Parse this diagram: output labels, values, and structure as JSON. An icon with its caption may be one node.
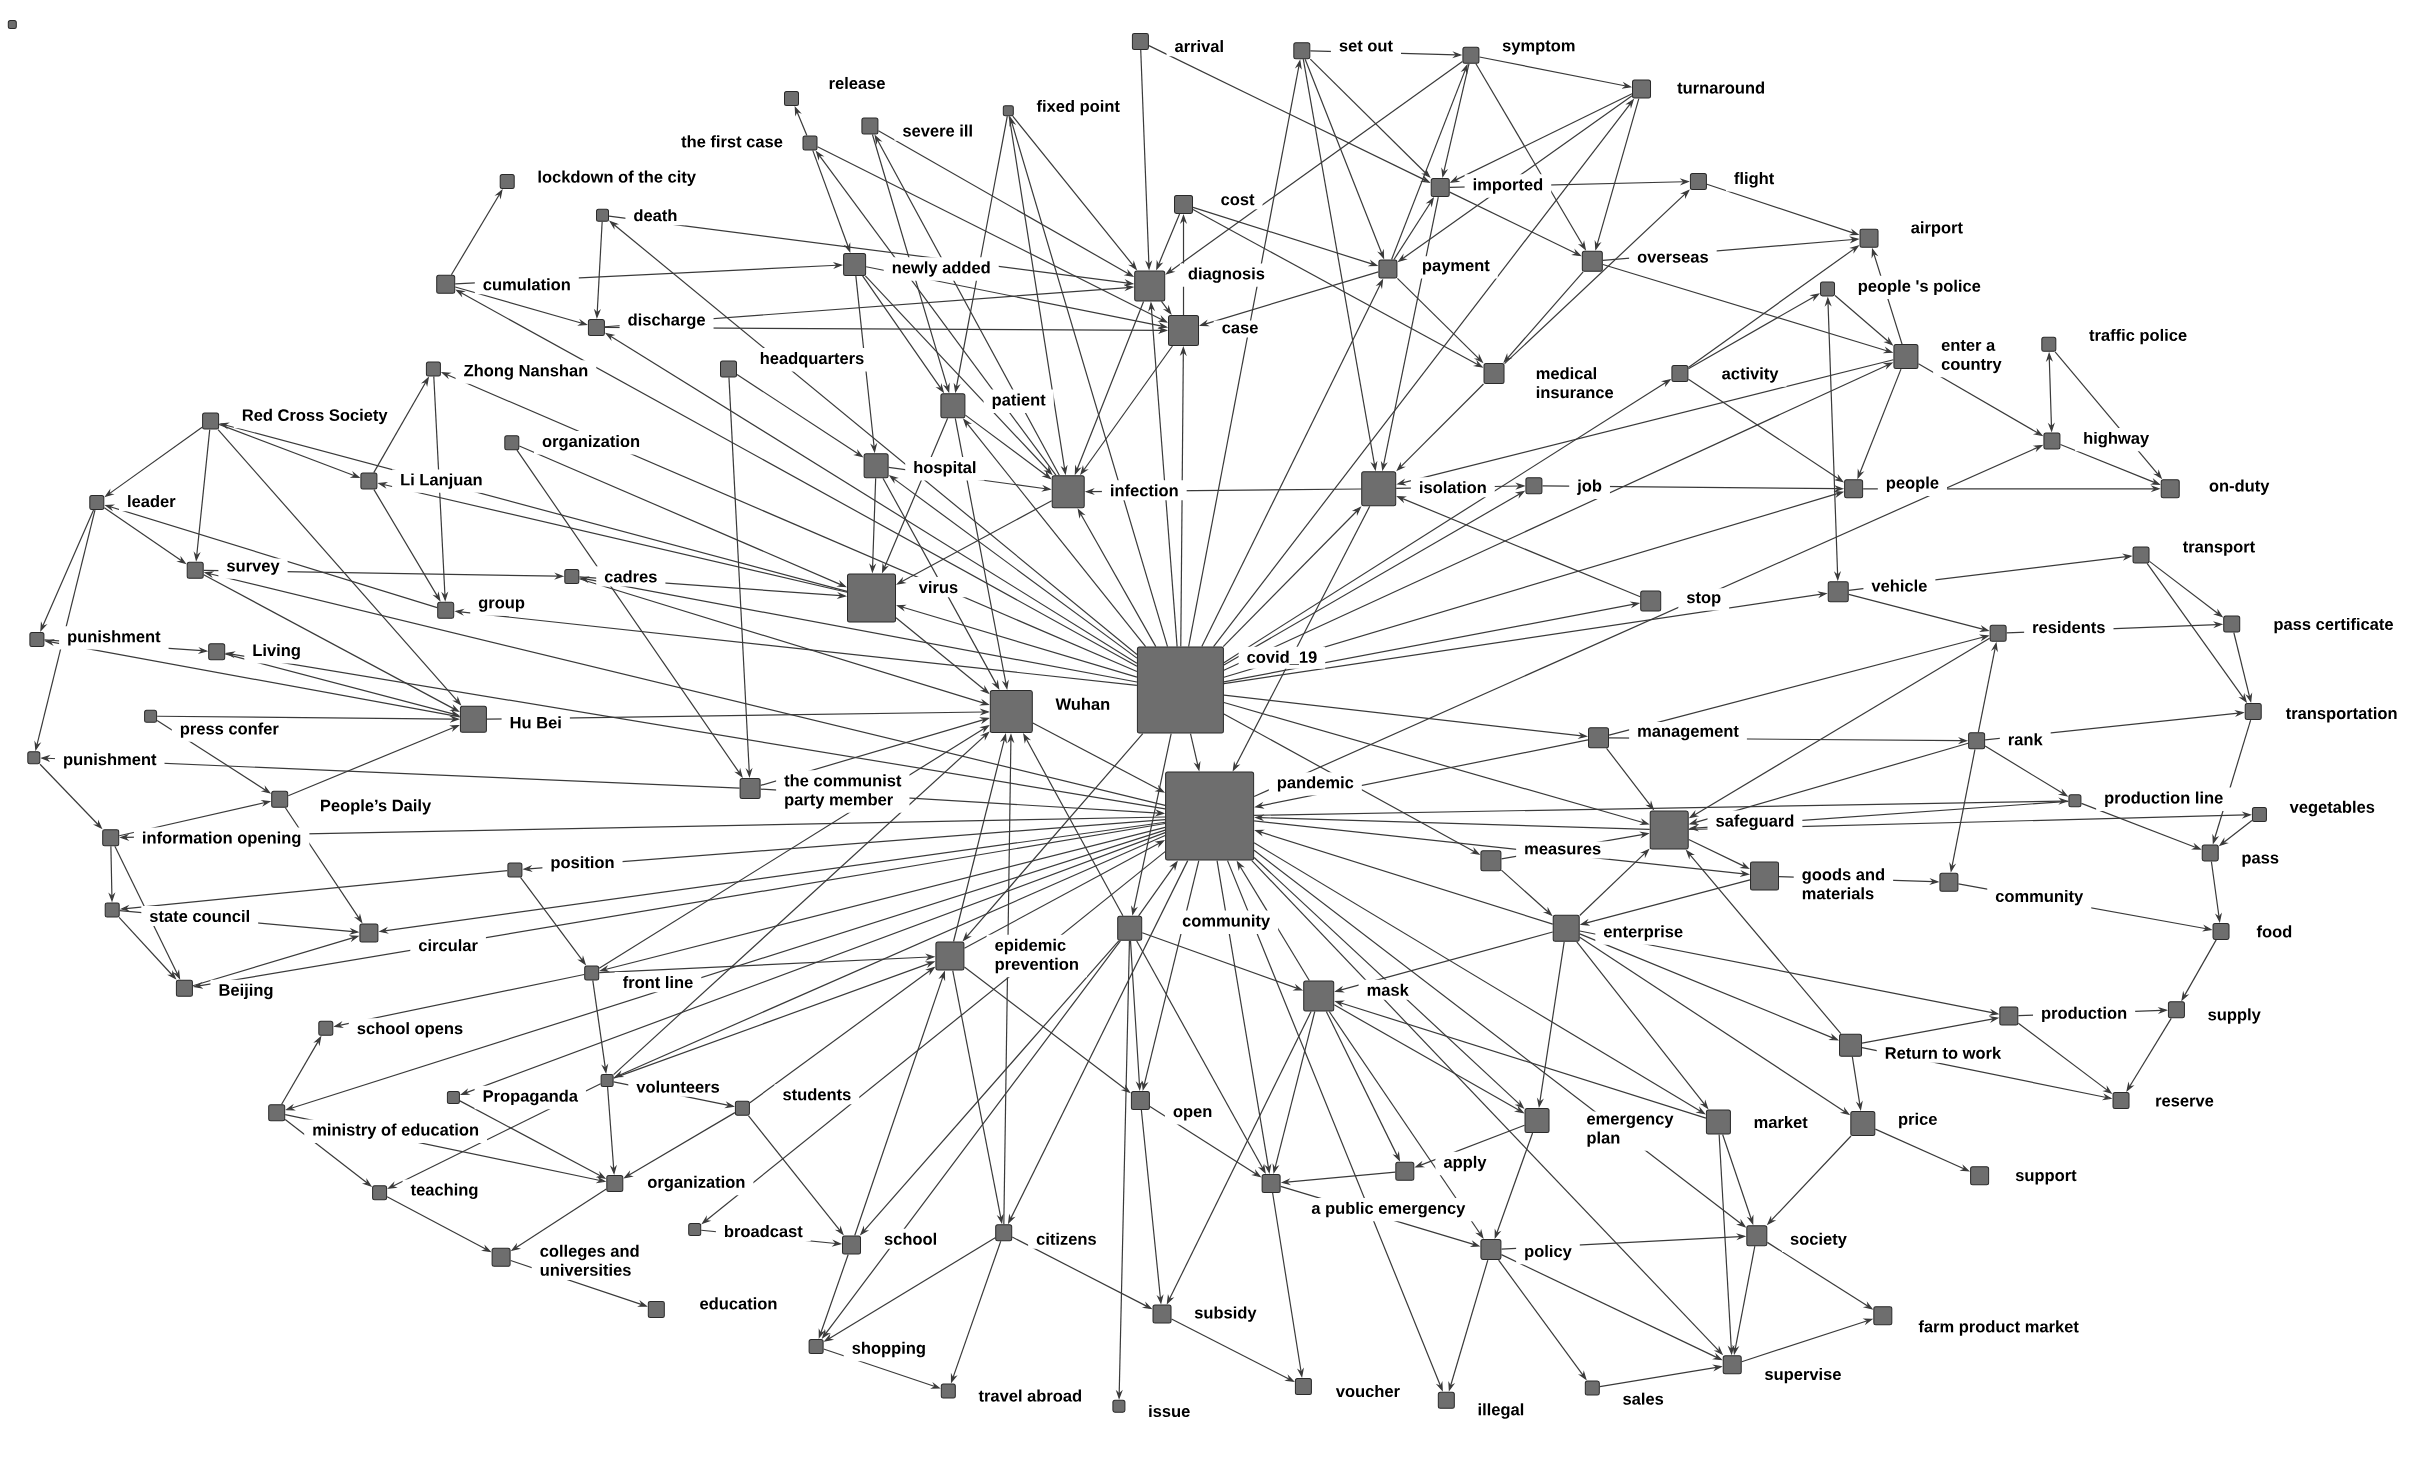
{
  "diagram": {
    "nodes": [
      {
        "text": [],
        "shape": "box"
      },
      {
        "text": [],
        "shape": "box",
        "beside": [
          "arrival"
        ]
      },
      {
        "text": [],
        "shape": "box",
        "beside": [
          "set out"
        ]
      },
      {
        "text": [],
        "shape": "box",
        "beside": [
          "symptom"
        ]
      },
      {
        "text": [],
        "shape": "box",
        "beside": [
          "release"
        ]
      },
      {
        "text": [],
        "shape": "box",
        "beside": [
          "turnaround"
        ]
      },
      {
        "text": [],
        "shape": "box",
        "beside": [
          "fixed point"
        ]
      },
      {
        "text": [],
        "shape": "box",
        "beside": [
          "severe ill"
        ]
      },
      {
        "text": [],
        "shape": "box",
        "beside": [
          "the first case"
        ]
      },
      {
        "text": [],
        "shape": "box",
        "beside": [
          "lockdown of the city"
        ]
      },
      {
        "text": [],
        "shape": "box",
        "beside": [
          "imported"
        ]
      },
      {
        "text": [],
        "shape": "box",
        "beside": [
          "flight"
        ]
      },
      {
        "text": [],
        "shape": "box",
        "beside": [
          "death"
        ]
      },
      {
        "text": [],
        "shape": "box",
        "beside": [
          "cost"
        ]
      },
      {
        "text": [],
        "shape": "box",
        "beside": [
          "airport"
        ]
      },
      {
        "text": [],
        "shape": "box",
        "beside": [
          "cumulation"
        ]
      },
      {
        "text": [],
        "shape": "box",
        "beside": [
          "newly added"
        ]
      },
      {
        "text": [],
        "shape": "box",
        "beside": [
          "diagnosis"
        ]
      },
      {
        "text": [],
        "shape": "box",
        "beside": [
          "payment"
        ]
      },
      {
        "text": [],
        "shape": "box",
        "beside": [
          "overseas"
        ]
      },
      {
        "text": [],
        "shape": "box",
        "beside": [
          "people 's police"
        ]
      },
      {
        "text": [],
        "shape": "box",
        "beside": [
          "discharge"
        ]
      },
      {
        "text": [],
        "shape": "box",
        "beside": [
          "case"
        ]
      },
      {
        "text": [],
        "shape": "box",
        "beside": [
          "enter a country"
        ]
      },
      {
        "text": [],
        "shape": "box",
        "beside": [
          "traffic police"
        ]
      },
      {
        "text": [],
        "shape": "box",
        "beside": [
          "Zhong Nanshan"
        ]
      },
      {
        "text": [],
        "shape": "box",
        "beside": [
          "headquarters"
        ]
      },
      {
        "text": [],
        "shape": "box",
        "beside": [
          "medical insurance"
        ]
      },
      {
        "text": [],
        "shape": "box",
        "beside": [
          "activity"
        ]
      },
      {
        "text": [],
        "shape": "box",
        "beside": [
          "patient"
        ]
      },
      {
        "text": [],
        "shape": "box",
        "beside": [
          "Red Cross Society"
        ]
      },
      {
        "text": [],
        "shape": "box",
        "beside": [
          "highway"
        ]
      },
      {
        "text": [],
        "shape": "box",
        "beside": [
          "organization"
        ]
      },
      {
        "text": [],
        "shape": "box",
        "beside": [
          "Li Lanjuan"
        ]
      },
      {
        "text": [],
        "shape": "box",
        "beside": [
          "hospital"
        ]
      },
      {
        "text": [],
        "shape": "box",
        "beside": [
          "infection"
        ]
      },
      {
        "text": [],
        "shape": "box",
        "beside": [
          "isolation"
        ]
      },
      {
        "text": [],
        "shape": "box",
        "beside": [
          "job"
        ]
      },
      {
        "text": [],
        "shape": "box",
        "beside": [
          "people"
        ]
      },
      {
        "text": [],
        "shape": "box",
        "beside": [
          "on-duty"
        ]
      },
      {
        "text": [],
        "shape": "box",
        "beside": [
          "leader"
        ]
      },
      {
        "text": [],
        "shape": "box",
        "beside": [
          "transport"
        ]
      },
      {
        "text": [],
        "shape": "box",
        "beside": [
          "survey"
        ]
      },
      {
        "text": [],
        "shape": "box",
        "beside": [
          "cadres"
        ]
      },
      {
        "text": [],
        "shape": "box",
        "beside": [
          "virus"
        ]
      },
      {
        "text": [],
        "shape": "box",
        "beside": [
          "group"
        ]
      },
      {
        "text": [],
        "shape": "box",
        "beside": [
          "stop"
        ]
      },
      {
        "text": [],
        "shape": "box",
        "beside": [
          "vehicle"
        ]
      },
      {
        "text": [],
        "shape": "box",
        "beside": [
          "residents"
        ]
      },
      {
        "text": [],
        "shape": "box",
        "beside": [
          "pass certificate"
        ]
      },
      {
        "text": [],
        "shape": "box",
        "beside": [
          "punishment"
        ]
      },
      {
        "text": [],
        "shape": "box",
        "beside": [
          "Living"
        ]
      },
      {
        "text": [],
        "shape": "box",
        "beside": [
          "covid_19"
        ]
      },
      {
        "text": [],
        "shape": "box",
        "beside": [
          "Wuhan"
        ]
      },
      {
        "text": [],
        "shape": "box",
        "beside": [
          "Hu Bei"
        ]
      },
      {
        "text": [],
        "shape": "box",
        "beside": [
          "transportation"
        ]
      },
      {
        "text": [],
        "shape": "box",
        "beside": [
          "press confer"
        ]
      },
      {
        "text": [],
        "shape": "box",
        "beside": [
          "management"
        ]
      },
      {
        "text": [],
        "shape": "box",
        "beside": [
          "rank"
        ]
      },
      {
        "text": [],
        "shape": "box",
        "beside": [
          "punishment"
        ]
      },
      {
        "text": [],
        "shape": "box",
        "beside": [
          "pandemic"
        ]
      },
      {
        "text": [],
        "shape": "box",
        "beside": [
          "the communist party member"
        ]
      },
      {
        "text": [],
        "shape": "box",
        "beside": [
          "People’s Daily"
        ]
      },
      {
        "text": [],
        "shape": "box",
        "beside": [
          "safeguard"
        ]
      },
      {
        "text": [],
        "shape": "box",
        "beside": [
          "production line"
        ]
      },
      {
        "text": [],
        "shape": "box",
        "beside": [
          "vegetables"
        ]
      },
      {
        "text": [],
        "shape": "box",
        "beside": [
          "information opening"
        ]
      },
      {
        "text": [],
        "shape": "box",
        "beside": [
          "measures"
        ]
      },
      {
        "text": [],
        "shape": "box",
        "beside": [
          "goods and materials"
        ]
      },
      {
        "text": [],
        "shape": "box",
        "beside": [
          "community"
        ]
      },
      {
        "text": [],
        "shape": "box",
        "beside": [
          "pass"
        ]
      },
      {
        "text": [],
        "shape": "box",
        "beside": [
          "position"
        ]
      },
      {
        "text": [],
        "shape": "box",
        "beside": [
          "state council"
        ]
      },
      {
        "text": [],
        "shape": "box",
        "beside": [
          "circular"
        ]
      },
      {
        "text": [],
        "shape": "box",
        "beside": [
          "community"
        ]
      },
      {
        "text": [],
        "shape": "box",
        "beside": [
          "epidemic prevention"
        ]
      },
      {
        "text": [],
        "shape": "box",
        "beside": [
          "enterprise"
        ]
      },
      {
        "text": [],
        "shape": "box",
        "beside": [
          "food"
        ]
      },
      {
        "text": [],
        "shape": "box",
        "beside": [
          "Beijing"
        ]
      },
      {
        "text": [],
        "shape": "box",
        "beside": [
          "front line"
        ]
      },
      {
        "text": [],
        "shape": "box",
        "beside": [
          "mask"
        ]
      },
      {
        "text": [],
        "shape": "box",
        "beside": [
          "production"
        ]
      },
      {
        "text": [],
        "shape": "box",
        "beside": [
          "supply"
        ]
      },
      {
        "text": [],
        "shape": "box",
        "beside": [
          "school opens"
        ]
      },
      {
        "text": [],
        "shape": "box",
        "beside": [
          "Return to work"
        ]
      },
      {
        "text": [],
        "shape": "box",
        "beside": [
          "volunteers"
        ]
      },
      {
        "text": [],
        "shape": "box",
        "beside": [
          "students"
        ]
      },
      {
        "text": [],
        "shape": "box",
        "beside": [
          "Propaganda"
        ]
      },
      {
        "text": [],
        "shape": "box",
        "beside": [
          "ministry of education"
        ]
      },
      {
        "text": [],
        "shape": "box",
        "beside": [
          "reserve"
        ]
      },
      {
        "text": [],
        "shape": "box",
        "beside": [
          "open"
        ]
      },
      {
        "text": [],
        "shape": "box",
        "beside": [
          "emergency plan"
        ]
      },
      {
        "text": [],
        "shape": "box",
        "beside": [
          "market"
        ]
      },
      {
        "text": [],
        "shape": "box",
        "beside": [
          "price"
        ]
      },
      {
        "text": [],
        "shape": "box",
        "beside": [
          "apply"
        ]
      },
      {
        "text": [],
        "shape": "box",
        "beside": [
          "support"
        ]
      },
      {
        "text": [],
        "shape": "box",
        "beside": [
          "teaching"
        ]
      },
      {
        "text": [],
        "shape": "box",
        "beside": [
          "organization"
        ]
      },
      {
        "text": [],
        "shape": "box",
        "beside": [
          "a public emergency"
        ]
      },
      {
        "text": [],
        "shape": "box",
        "beside": [
          "broadcast"
        ]
      },
      {
        "text": [],
        "shape": "box",
        "beside": [
          "school"
        ]
      },
      {
        "text": [],
        "shape": "box",
        "beside": [
          "citizens"
        ]
      },
      {
        "text": [],
        "shape": "box",
        "beside": [
          "policy"
        ]
      },
      {
        "text": [],
        "shape": "box",
        "beside": [
          "society"
        ]
      },
      {
        "text": [],
        "shape": "box",
        "beside": [
          "colleges and universities"
        ]
      },
      {
        "text": [],
        "shape": "box",
        "beside": [
          "education"
        ]
      },
      {
        "text": [],
        "shape": "box",
        "beside": [
          "subsidy"
        ]
      },
      {
        "text": [],
        "shape": "box",
        "beside": [
          "farm product market"
        ]
      },
      {
        "text": [],
        "shape": "box",
        "beside": [
          "shopping"
        ]
      },
      {
        "text": [],
        "shape": "box",
        "beside": [
          "supervise"
        ]
      },
      {
        "text": [],
        "shape": "box",
        "beside": [
          "travel abroad"
        ]
      },
      {
        "text": [],
        "shape": "box",
        "beside": [
          "issue"
        ]
      },
      {
        "text": [],
        "shape": "box",
        "beside": [
          "voucher"
        ]
      },
      {
        "text": [],
        "shape": "box",
        "beside": [
          "illegal"
        ]
      },
      {
        "text": [],
        "shape": "box",
        "beside": [
          "sales"
        ]
      }
    ],
    "edges": [
      {
        "from": 52,
        "to": 2,
        "arrow": "to"
      },
      {
        "from": 18,
        "to": 3,
        "arrow": "to"
      },
      {
        "from": 52,
        "to": 5,
        "arrow": "to"
      },
      {
        "from": 52,
        "to": 6,
        "arrow": "to"
      },
      {
        "from": 35,
        "to": 7,
        "arrow": "to"
      },
      {
        "from": 35,
        "to": 8,
        "arrow": "to"
      },
      {
        "from": 18,
        "to": 10,
        "arrow": "to"
      },
      {
        "from": 27,
        "to": 11,
        "arrow": "to"
      },
      {
        "from": 52,
        "to": 12,
        "arrow": "to"
      },
      {
        "from": 22,
        "to": 13,
        "arrow": "to"
      },
      {
        "from": 28,
        "to": 14,
        "arrow": "to"
      },
      {
        "from": 52,
        "to": 15,
        "arrow": "to"
      },
      {
        "from": 52,
        "to": 17,
        "arrow": "to"
      },
      {
        "from": 52,
        "to": 18,
        "arrow": "to"
      },
      {
        "from": 28,
        "to": 20,
        "arrow": "to"
      },
      {
        "from": 52,
        "to": 21,
        "arrow": "to"
      },
      {
        "from": 52,
        "to": 22,
        "arrow": "to"
      },
      {
        "from": 52,
        "to": 23,
        "arrow": "to"
      },
      {
        "from": 52,
        "to": 25,
        "arrow": "to"
      },
      {
        "from": 52,
        "to": 28,
        "arrow": "to"
      },
      {
        "from": 52,
        "to": 29,
        "arrow": "to"
      },
      {
        "from": 44,
        "to": 30,
        "arrow": "to"
      },
      {
        "from": 44,
        "to": 33,
        "arrow": "to"
      },
      {
        "from": 52,
        "to": 34,
        "arrow": "to"
      },
      {
        "from": 52,
        "to": 35,
        "arrow": "to"
      },
      {
        "from": 52,
        "to": 36,
        "arrow": "to"
      },
      {
        "from": 52,
        "to": 37,
        "arrow": "to"
      },
      {
        "from": 52,
        "to": 38,
        "arrow": "to"
      },
      {
        "from": 52,
        "to": 43,
        "arrow": "to"
      },
      {
        "from": 52,
        "to": 44,
        "arrow": "to"
      },
      {
        "from": 52,
        "to": 45,
        "arrow": "to"
      },
      {
        "from": 52,
        "to": 46,
        "arrow": "to"
      },
      {
        "from": 52,
        "to": 47,
        "arrow": "to"
      },
      {
        "from": 52,
        "to": 57,
        "arrow": "to"
      },
      {
        "from": 52,
        "to": 63,
        "arrow": "to"
      },
      {
        "from": 52,
        "to": 67,
        "arrow": "to"
      },
      {
        "from": 52,
        "to": 74,
        "arrow": "to"
      },
      {
        "from": 52,
        "to": 75,
        "arrow": "to"
      },
      {
        "from": 52,
        "to": 60,
        "arrow": "to"
      },
      {
        "from": 60,
        "to": 31,
        "arrow": "to"
      },
      {
        "from": 36,
        "to": 60,
        "arrow": "to"
      },
      {
        "from": 45,
        "to": 40,
        "arrow": "to"
      },
      {
        "from": 60,
        "to": 42,
        "arrow": "to"
      },
      {
        "from": 54,
        "to": 50,
        "arrow": "to"
      },
      {
        "from": 60,
        "to": 51,
        "arrow": "to"
      },
      {
        "from": 53,
        "to": 60,
        "arrow": "to"
      },
      {
        "from": 58,
        "to": 55,
        "arrow": "to"
      },
      {
        "from": 57,
        "to": 60,
        "arrow": "to"
      },
      {
        "from": 61,
        "to": 59,
        "arrow": "to"
      },
      {
        "from": 61,
        "to": 60,
        "arrow": "to"
      },
      {
        "from": 63,
        "to": 60,
        "arrow": "to"
      },
      {
        "from": 60,
        "to": 64,
        "arrow": "to"
      },
      {
        "from": 63,
        "to": 65,
        "arrow": "to"
      },
      {
        "from": 60,
        "to": 66,
        "arrow": "to"
      },
      {
        "from": 60,
        "to": 68,
        "arrow": "to"
      },
      {
        "from": 60,
        "to": 71,
        "arrow": "to"
      },
      {
        "from": 71,
        "to": 72,
        "arrow": "to"
      },
      {
        "from": 60,
        "to": 73,
        "arrow": "to"
      },
      {
        "from": 74,
        "to": 60,
        "arrow": "to"
      },
      {
        "from": 75,
        "to": 60,
        "arrow": "to"
      },
      {
        "from": 76,
        "to": 60,
        "arrow": "to"
      },
      {
        "from": 60,
        "to": 78,
        "arrow": "to"
      },
      {
        "from": 60,
        "to": 79,
        "arrow": "to"
      },
      {
        "from": 80,
        "to": 60,
        "arrow": "to"
      },
      {
        "from": 79,
        "to": 83,
        "arrow": "to"
      },
      {
        "from": 60,
        "to": 85,
        "arrow": "to"
      },
      {
        "from": 60,
        "to": 87,
        "arrow": "to"
      },
      {
        "from": 60,
        "to": 88,
        "arrow": "to"
      },
      {
        "from": 60,
        "to": 90,
        "arrow": "to"
      },
      {
        "from": 60,
        "to": 91,
        "arrow": "to"
      },
      {
        "from": 60,
        "to": 92,
        "arrow": "to"
      },
      {
        "from": 85,
        "to": 96,
        "arrow": "to"
      },
      {
        "from": 86,
        "to": 97,
        "arrow": "to"
      },
      {
        "from": 60,
        "to": 98,
        "arrow": "to"
      },
      {
        "from": 60,
        "to": 99,
        "arrow": "to"
      },
      {
        "from": 74,
        "to": 100,
        "arrow": "to"
      },
      {
        "from": 60,
        "to": 101,
        "arrow": "to"
      },
      {
        "from": 60,
        "to": 103,
        "arrow": "to"
      },
      {
        "from": 97,
        "to": 104,
        "arrow": "to"
      },
      {
        "from": 74,
        "to": 108,
        "arrow": "to"
      },
      {
        "from": 60,
        "to": 109,
        "arrow": "to"
      },
      {
        "from": 60,
        "to": 113,
        "arrow": "to"
      },
      {
        "from": 54,
        "to": 53,
        "arrow": "to"
      },
      {
        "from": 43,
        "to": 53,
        "arrow": "to"
      },
      {
        "from": 61,
        "to": 53,
        "arrow": "to"
      },
      {
        "from": 79,
        "to": 53,
        "arrow": "to"
      },
      {
        "from": 85,
        "to": 53,
        "arrow": "to"
      },
      {
        "from": 75,
        "to": 53,
        "arrow": "to"
      },
      {
        "from": 74,
        "to": 53,
        "arrow": "to"
      },
      {
        "from": 101,
        "to": 53,
        "arrow": "to"
      },
      {
        "from": 34,
        "to": 53,
        "arrow": "to"
      },
      {
        "from": 29,
        "to": 53,
        "arrow": "to"
      },
      {
        "from": 44,
        "to": 53,
        "arrow": "to"
      },
      {
        "from": 34,
        "to": 44,
        "arrow": "to"
      },
      {
        "from": 29,
        "to": 44,
        "arrow": "to"
      },
      {
        "from": 16,
        "to": 34,
        "arrow": "to"
      },
      {
        "from": 32,
        "to": 44,
        "arrow": "to"
      },
      {
        "from": 43,
        "to": 44,
        "arrow": "to"
      },
      {
        "from": 42,
        "to": 43,
        "arrow": "to"
      },
      {
        "from": 35,
        "to": 44,
        "arrow": "to"
      },
      {
        "from": 17,
        "to": 35,
        "arrow": "to"
      },
      {
        "from": 22,
        "to": 35,
        "arrow": "to"
      },
      {
        "from": 29,
        "to": 35,
        "arrow": "to"
      },
      {
        "from": 36,
        "to": 35,
        "arrow": "to"
      },
      {
        "from": 6,
        "to": 35,
        "arrow": "to"
      },
      {
        "from": 16,
        "to": 35,
        "arrow": "to"
      },
      {
        "from": 34,
        "to": 35,
        "arrow": "to"
      },
      {
        "from": 36,
        "to": 37,
        "arrow": "to"
      },
      {
        "from": 27,
        "to": 36,
        "arrow": "to"
      },
      {
        "from": 19,
        "to": 27,
        "arrow": "to"
      },
      {
        "from": 10,
        "to": 36,
        "arrow": "to"
      },
      {
        "from": 23,
        "to": 36,
        "arrow": "to"
      },
      {
        "from": 46,
        "to": 36,
        "arrow": "to"
      },
      {
        "from": 2,
        "to": 36,
        "arrow": "to"
      },
      {
        "from": 1,
        "to": 17,
        "arrow": "to"
      },
      {
        "from": 3,
        "to": 17,
        "arrow": "to"
      },
      {
        "from": 12,
        "to": 17,
        "arrow": "to"
      },
      {
        "from": 21,
        "to": 17,
        "arrow": "to"
      },
      {
        "from": 13,
        "to": 17,
        "arrow": "to"
      },
      {
        "from": 7,
        "to": 17,
        "arrow": "to"
      },
      {
        "from": 6,
        "to": 17,
        "arrow": "to"
      },
      {
        "from": 21,
        "to": 22,
        "arrow": "to"
      },
      {
        "from": 8,
        "to": 22,
        "arrow": "to"
      },
      {
        "from": 16,
        "to": 22,
        "arrow": "to"
      },
      {
        "from": 18,
        "to": 22,
        "arrow": "to"
      },
      {
        "from": 17,
        "to": 22,
        "arrow": "to"
      },
      {
        "from": 57,
        "to": 63,
        "arrow": "to"
      },
      {
        "from": 58,
        "to": 63,
        "arrow": "to"
      },
      {
        "from": 48,
        "to": 63,
        "arrow": "to"
      },
      {
        "from": 64,
        "to": 63,
        "arrow": "to"
      },
      {
        "from": 76,
        "to": 63,
        "arrow": "to"
      },
      {
        "from": 84,
        "to": 63,
        "arrow": "to"
      },
      {
        "from": 67,
        "to": 63,
        "arrow": "to"
      },
      {
        "from": 63,
        "to": 68,
        "arrow": "to"
      },
      {
        "from": 80,
        "to": 94,
        "arrow": "to"
      },
      {
        "from": 80,
        "to": 98,
        "arrow": "to"
      },
      {
        "from": 80,
        "to": 91,
        "arrow": "to"
      },
      {
        "from": 92,
        "to": 80,
        "arrow": "to"
      },
      {
        "from": 80,
        "to": 102,
        "arrow": "to"
      },
      {
        "from": 80,
        "to": 106,
        "arrow": "to"
      },
      {
        "from": 76,
        "to": 80,
        "arrow": "to"
      },
      {
        "from": 74,
        "to": 80,
        "arrow": "to"
      },
      {
        "from": 76,
        "to": 81,
        "arrow": "to"
      },
      {
        "from": 76,
        "to": 84,
        "arrow": "to"
      },
      {
        "from": 76,
        "to": 92,
        "arrow": "to"
      },
      {
        "from": 76,
        "to": 93,
        "arrow": "to"
      },
      {
        "from": 76,
        "to": 91,
        "arrow": "to"
      },
      {
        "from": 68,
        "to": 76,
        "arrow": "to"
      },
      {
        "from": 67,
        "to": 76,
        "arrow": "to"
      },
      {
        "from": 79,
        "to": 75,
        "arrow": "to"
      },
      {
        "from": 85,
        "to": 75,
        "arrow": "to"
      },
      {
        "from": 86,
        "to": 75,
        "arrow": "to"
      },
      {
        "from": 75,
        "to": 101,
        "arrow": "to"
      },
      {
        "from": 75,
        "to": 90,
        "arrow": "to"
      },
      {
        "from": 100,
        "to": 108,
        "arrow": "to"
      },
      {
        "from": 100,
        "to": 75,
        "arrow": "to"
      },
      {
        "from": 74,
        "to": 90,
        "arrow": "to"
      },
      {
        "from": 74,
        "to": 111,
        "arrow": "to"
      },
      {
        "from": 74,
        "to": 98,
        "arrow": "to"
      },
      {
        "from": 90,
        "to": 106,
        "arrow": "to"
      },
      {
        "from": 15,
        "to": 9,
        "arrow": "to"
      },
      {
        "from": 15,
        "to": 21,
        "arrow": "to"
      },
      {
        "from": 12,
        "to": 21,
        "arrow": "to"
      },
      {
        "from": 15,
        "to": 16,
        "arrow": "to"
      },
      {
        "from": 8,
        "to": 4,
        "arrow": "to"
      },
      {
        "from": 8,
        "to": 16,
        "arrow": "to"
      },
      {
        "from": 7,
        "to": 29,
        "arrow": "to"
      },
      {
        "from": 6,
        "to": 29,
        "arrow": "to"
      },
      {
        "from": 16,
        "to": 29,
        "arrow": "to"
      },
      {
        "from": 26,
        "to": 61,
        "arrow": "to"
      },
      {
        "from": 26,
        "to": 34,
        "arrow": "to"
      },
      {
        "from": 13,
        "to": 27,
        "arrow": "to"
      },
      {
        "from": 13,
        "to": 18,
        "arrow": "to"
      },
      {
        "from": 1,
        "to": 10,
        "arrow": "to"
      },
      {
        "from": 2,
        "to": 10,
        "arrow": "to"
      },
      {
        "from": 2,
        "to": 3,
        "arrow": "to"
      },
      {
        "from": 2,
        "to": 18,
        "arrow": "to"
      },
      {
        "from": 3,
        "to": 5,
        "arrow": "to"
      },
      {
        "from": 3,
        "to": 10,
        "arrow": "to"
      },
      {
        "from": 3,
        "to": 19,
        "arrow": "to"
      },
      {
        "from": 5,
        "to": 19,
        "arrow": "to"
      },
      {
        "from": 5,
        "to": 10,
        "arrow": "to"
      },
      {
        "from": 5,
        "to": 18,
        "arrow": "to"
      },
      {
        "from": 10,
        "to": 11,
        "arrow": "to"
      },
      {
        "from": 10,
        "to": 19,
        "arrow": "to"
      },
      {
        "from": 11,
        "to": 14,
        "arrow": "to"
      },
      {
        "from": 19,
        "to": 14,
        "arrow": "to"
      },
      {
        "from": 19,
        "to": 23,
        "arrow": "to"
      },
      {
        "from": 18,
        "to": 27,
        "arrow": "to"
      },
      {
        "from": 20,
        "to": 47,
        "arrow": "both"
      },
      {
        "from": 23,
        "to": 14,
        "arrow": "to"
      },
      {
        "from": 20,
        "to": 23,
        "arrow": "to"
      },
      {
        "from": 23,
        "to": 31,
        "arrow": "to"
      },
      {
        "from": 23,
        "to": 38,
        "arrow": "to"
      },
      {
        "from": 24,
        "to": 31,
        "arrow": "both"
      },
      {
        "from": 31,
        "to": 39,
        "arrow": "to"
      },
      {
        "from": 38,
        "to": 39,
        "arrow": "to"
      },
      {
        "from": 24,
        "to": 39,
        "arrow": "to"
      },
      {
        "from": 28,
        "to": 38,
        "arrow": "to"
      },
      {
        "from": 37,
        "to": 38,
        "arrow": "to"
      },
      {
        "from": 41,
        "to": 49,
        "arrow": "to"
      },
      {
        "from": 41,
        "to": 55,
        "arrow": "to"
      },
      {
        "from": 49,
        "to": 55,
        "arrow": "to"
      },
      {
        "from": 48,
        "to": 49,
        "arrow": "to"
      },
      {
        "from": 47,
        "to": 48,
        "arrow": "to"
      },
      {
        "from": 47,
        "to": 41,
        "arrow": "to"
      },
      {
        "from": 58,
        "to": 48,
        "arrow": "to"
      },
      {
        "from": 57,
        "to": 48,
        "arrow": "to"
      },
      {
        "from": 57,
        "to": 58,
        "arrow": "to"
      },
      {
        "from": 64,
        "to": 70,
        "arrow": "to"
      },
      {
        "from": 65,
        "to": 70,
        "arrow": "to"
      },
      {
        "from": 70,
        "to": 77,
        "arrow": "to"
      },
      {
        "from": 77,
        "to": 82,
        "arrow": "to"
      },
      {
        "from": 82,
        "to": 89,
        "arrow": "to"
      },
      {
        "from": 81,
        "to": 82,
        "arrow": "to"
      },
      {
        "from": 84,
        "to": 81,
        "arrow": "to"
      },
      {
        "from": 93,
        "to": 95,
        "arrow": "to"
      },
      {
        "from": 84,
        "to": 89,
        "arrow": "to"
      },
      {
        "from": 68,
        "to": 69,
        "arrow": "to"
      },
      {
        "from": 69,
        "to": 77,
        "arrow": "to"
      },
      {
        "from": 55,
        "to": 70,
        "arrow": "to"
      },
      {
        "from": 58,
        "to": 69,
        "arrow": "to"
      },
      {
        "from": 58,
        "to": 64,
        "arrow": "to"
      },
      {
        "from": 84,
        "to": 93,
        "arrow": "to"
      },
      {
        "from": 81,
        "to": 89,
        "arrow": "to"
      },
      {
        "from": 103,
        "to": 107,
        "arrow": "to"
      },
      {
        "from": 109,
        "to": 107,
        "arrow": "to"
      },
      {
        "from": 114,
        "to": 109,
        "arrow": "to"
      },
      {
        "from": 102,
        "to": 113,
        "arrow": "to"
      },
      {
        "from": 102,
        "to": 114,
        "arrow": "to"
      },
      {
        "from": 102,
        "to": 109,
        "arrow": "to"
      },
      {
        "from": 102,
        "to": 103,
        "arrow": "to"
      },
      {
        "from": 103,
        "to": 109,
        "arrow": "to"
      },
      {
        "from": 92,
        "to": 103,
        "arrow": "to"
      },
      {
        "from": 93,
        "to": 103,
        "arrow": "to"
      },
      {
        "from": 92,
        "to": 109,
        "arrow": "to"
      },
      {
        "from": 91,
        "to": 102,
        "arrow": "to"
      },
      {
        "from": 98,
        "to": 102,
        "arrow": "to"
      },
      {
        "from": 98,
        "to": 112,
        "arrow": "to"
      },
      {
        "from": 90,
        "to": 98,
        "arrow": "to"
      },
      {
        "from": 94,
        "to": 98,
        "arrow": "to"
      },
      {
        "from": 91,
        "to": 94,
        "arrow": "to"
      },
      {
        "from": 101,
        "to": 106,
        "arrow": "to"
      },
      {
        "from": 106,
        "to": 112,
        "arrow": "to"
      },
      {
        "from": 108,
        "to": 110,
        "arrow": "to"
      },
      {
        "from": 101,
        "to": 108,
        "arrow": "to"
      },
      {
        "from": 101,
        "to": 110,
        "arrow": "to"
      },
      {
        "from": 86,
        "to": 100,
        "arrow": "to"
      },
      {
        "from": 99,
        "to": 100,
        "arrow": "to"
      },
      {
        "from": 104,
        "to": 105,
        "arrow": "to"
      },
      {
        "from": 96,
        "to": 104,
        "arrow": "to"
      },
      {
        "from": 88,
        "to": 96,
        "arrow": "to"
      },
      {
        "from": 88,
        "to": 83,
        "arrow": "to"
      },
      {
        "from": 88,
        "to": 97,
        "arrow": "to"
      },
      {
        "from": 85,
        "to": 86,
        "arrow": "to"
      },
      {
        "from": 87,
        "to": 97,
        "arrow": "to"
      },
      {
        "from": 85,
        "to": 97,
        "arrow": "to"
      },
      {
        "from": 71,
        "to": 79,
        "arrow": "to"
      },
      {
        "from": 79,
        "to": 85,
        "arrow": "to"
      },
      {
        "from": 40,
        "to": 50,
        "arrow": "to"
      },
      {
        "from": 40,
        "to": 59,
        "arrow": "to"
      },
      {
        "from": 30,
        "to": 40,
        "arrow": "to"
      },
      {
        "from": 30,
        "to": 42,
        "arrow": "to"
      },
      {
        "from": 30,
        "to": 33,
        "arrow": "to"
      },
      {
        "from": 30,
        "to": 54,
        "arrow": "to"
      },
      {
        "from": 33,
        "to": 25,
        "arrow": "to"
      },
      {
        "from": 33,
        "to": 45,
        "arrow": "to"
      },
      {
        "from": 25,
        "to": 45,
        "arrow": "to"
      },
      {
        "from": 42,
        "to": 54,
        "arrow": "to"
      },
      {
        "from": 51,
        "to": 54,
        "arrow": "to"
      },
      {
        "from": 50,
        "to": 51,
        "arrow": "to"
      },
      {
        "from": 59,
        "to": 66,
        "arrow": "to"
      },
      {
        "from": 66,
        "to": 72,
        "arrow": "to"
      },
      {
        "from": 72,
        "to": 78,
        "arrow": "to"
      },
      {
        "from": 66,
        "to": 78,
        "arrow": "to"
      },
      {
        "from": 78,
        "to": 73,
        "arrow": "to"
      },
      {
        "from": 72,
        "to": 73,
        "arrow": "to"
      },
      {
        "from": 62,
        "to": 73,
        "arrow": "to"
      },
      {
        "from": 56,
        "to": 62,
        "arrow": "to"
      },
      {
        "from": 56,
        "to": 54,
        "arrow": "to"
      },
      {
        "from": 62,
        "to": 54,
        "arrow": "to"
      },
      {
        "from": 66,
        "to": 62,
        "arrow": "to"
      },
      {
        "from": 32,
        "to": 61,
        "arrow": "to"
      },
      {
        "from": 40,
        "to": 42,
        "arrow": "to"
      }
    ]
  }
}
